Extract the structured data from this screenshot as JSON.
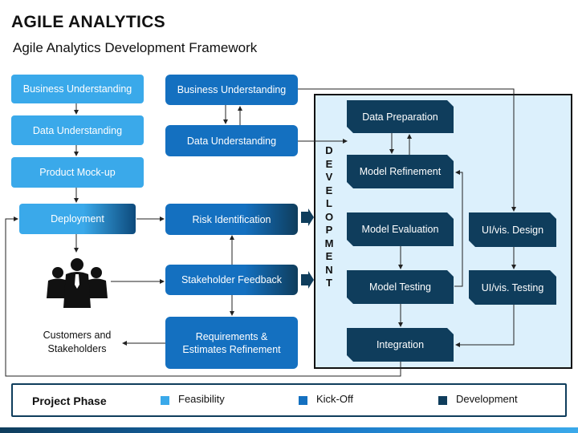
{
  "title": "AGILE ANALYTICS",
  "subtitle": "Agile Analytics Development Framework",
  "colors": {
    "feasibility": "#3aa9ea",
    "kickoff": "#1470c0",
    "development": "#0f3d5c",
    "panel": "#dcf0fc"
  },
  "feasibility": {
    "business_understanding": "Business Understanding",
    "data_understanding": "Data Understanding",
    "product_mockup": "Product Mock-up",
    "deployment": "Deployment"
  },
  "kickoff": {
    "business_understanding": "Business Understanding",
    "data_understanding": "Data Understanding",
    "risk_identification": "Risk Identification",
    "stakeholder_feedback": "Stakeholder Feedback",
    "requirements_line1": "Requirements &",
    "requirements_line2": "Estimates Refinement"
  },
  "development_label_letters": [
    "D",
    "E",
    "V",
    "E",
    "L",
    "O",
    "P",
    "M",
    "E",
    "N",
    "T"
  ],
  "development": {
    "data_preparation": "Data Preparation",
    "model_refinement": "Model Refinement",
    "model_evaluation": "Model Evaluation",
    "model_testing": "Model Testing",
    "integration": "Integration",
    "ui_design": "UI/vis. Design",
    "ui_testing": "UI/vis. Testing"
  },
  "customers_line1": "Customers and",
  "customers_line2": "Stakeholders",
  "people_icon": "people-group-icon",
  "legend": {
    "title": "Project Phase",
    "items": [
      "Feasibility",
      "Kick-Off",
      "Development"
    ]
  }
}
